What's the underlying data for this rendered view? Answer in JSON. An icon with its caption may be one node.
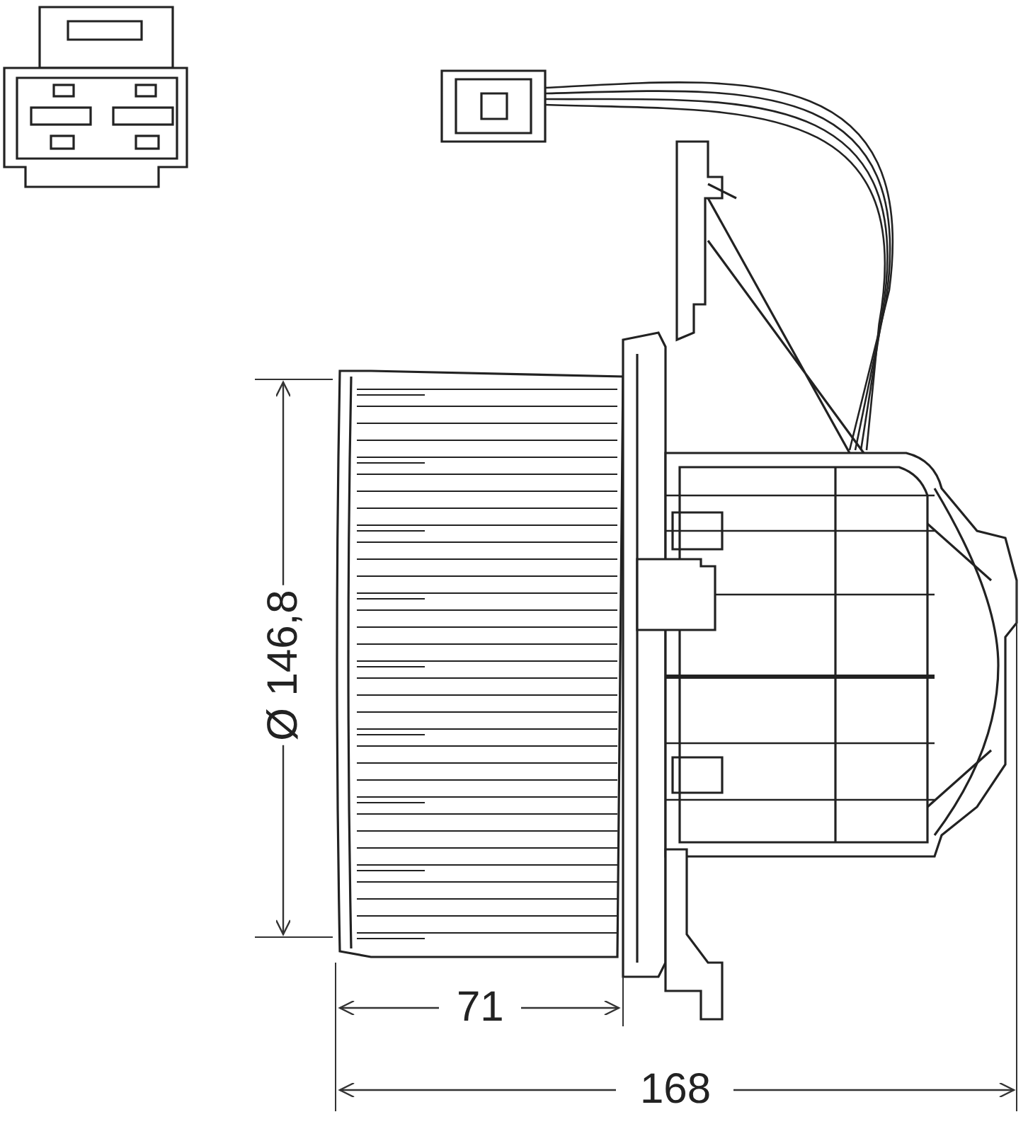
{
  "diagram": {
    "labels": [
      "Ø 146,8",
      "71",
      "168"
    ]
  }
}
